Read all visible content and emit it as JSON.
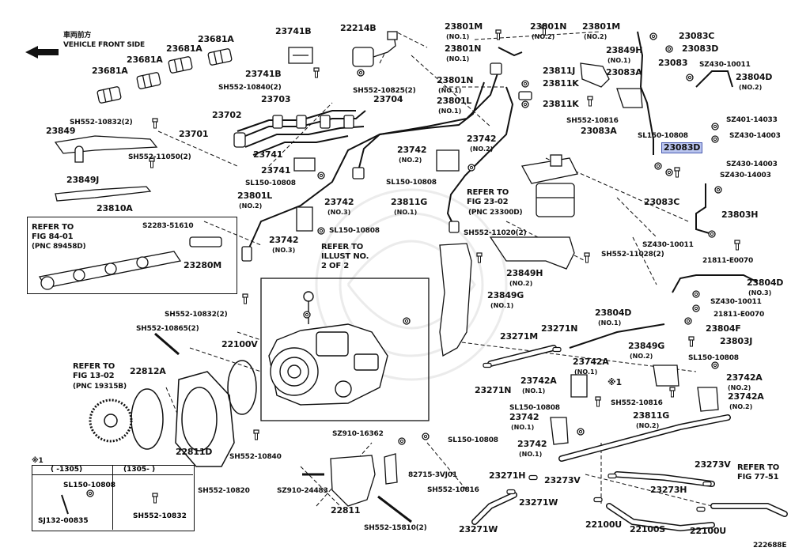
{
  "header": {
    "front_jp": "車両前方",
    "front_en": "VEHICLE FRONT SIDE"
  },
  "diagram_id": "222688E",
  "highlighted_part": "23083D",
  "callouts": [
    {
      "id": "c1",
      "text": "23681A"
    },
    {
      "id": "c2",
      "text": "23681A"
    },
    {
      "id": "c3",
      "text": "23681A"
    },
    {
      "id": "c4",
      "text": "23681A"
    },
    {
      "id": "c5",
      "text": "23741B"
    },
    {
      "id": "c6",
      "text": "23741B"
    },
    {
      "id": "c7",
      "text": "22214B"
    },
    {
      "id": "c8",
      "text": "SH552-10840(2)"
    },
    {
      "id": "c9",
      "text": "SH552-10825(2)"
    },
    {
      "id": "c10",
      "text": "23703"
    },
    {
      "id": "c11",
      "text": "23704"
    },
    {
      "id": "c12",
      "text": "23702"
    },
    {
      "id": "c13",
      "text": "23701"
    },
    {
      "id": "c14",
      "text": "SH552-10832(2)"
    },
    {
      "id": "c15",
      "text": "23849"
    },
    {
      "id": "c16",
      "text": "SH552-11050(2)"
    },
    {
      "id": "c17",
      "text": "23849J"
    },
    {
      "id": "c18",
      "text": "23741"
    },
    {
      "id": "c19",
      "text": "23741"
    },
    {
      "id": "c20",
      "text": "SL150-10808"
    },
    {
      "id": "c21",
      "text": "23801L"
    },
    {
      "id": "c22",
      "text": "23810A"
    },
    {
      "id": "c23",
      "text": "S2283-51610"
    },
    {
      "id": "c24",
      "text": "23280M"
    },
    {
      "id": "c25",
      "text": "23742"
    },
    {
      "id": "c26",
      "text": "23742"
    },
    {
      "id": "c27",
      "text": "SL150-10808"
    },
    {
      "id": "c28",
      "text": "23801M"
    },
    {
      "id": "c29",
      "text": "23801N"
    },
    {
      "id": "c30",
      "text": "23801N"
    },
    {
      "id": "c31",
      "text": "23801M"
    },
    {
      "id": "c32",
      "text": "23801N"
    },
    {
      "id": "c33",
      "text": "23801L"
    },
    {
      "id": "c34",
      "text": "23811J"
    },
    {
      "id": "c35",
      "text": "23811K"
    },
    {
      "id": "c36",
      "text": "23811K"
    },
    {
      "id": "c37",
      "text": "23849H"
    },
    {
      "id": "c38",
      "text": "23083A"
    },
    {
      "id": "c39",
      "text": "SH552-10816"
    },
    {
      "id": "c40",
      "text": "23083A"
    },
    {
      "id": "c41",
      "text": "23083"
    },
    {
      "id": "c42",
      "text": "23083C"
    },
    {
      "id": "c43",
      "text": "23083D"
    },
    {
      "id": "c44",
      "text": "SZ430-10011"
    },
    {
      "id": "c45",
      "text": "23804D"
    },
    {
      "id": "c46",
      "text": "SZ401-14033"
    },
    {
      "id": "c47",
      "text": "SZ430-14003"
    },
    {
      "id": "c48",
      "text": "SL150-10808"
    },
    {
      "id": "c49",
      "text": "23083D"
    },
    {
      "id": "c50",
      "text": "SZ430-14003"
    },
    {
      "id": "c51",
      "text": "SZ430-14003"
    },
    {
      "id": "c52",
      "text": "23083C"
    },
    {
      "id": "c53",
      "text": "23803H"
    },
    {
      "id": "c54",
      "text": "SZ430-10011"
    },
    {
      "id": "c55",
      "text": "21811-E0070"
    },
    {
      "id": "c56",
      "text": "23742"
    },
    {
      "id": "c57",
      "text": "23742"
    },
    {
      "id": "c58",
      "text": "SL150-10808"
    },
    {
      "id": "c59",
      "text": "23811G"
    },
    {
      "id": "c60",
      "text": "SH552-11020(2)"
    },
    {
      "id": "c61",
      "text": "SH552-11028(2)"
    },
    {
      "id": "c62",
      "text": "23849H"
    },
    {
      "id": "c63",
      "text": "23849G"
    },
    {
      "id": "c64",
      "text": "23804D"
    },
    {
      "id": "c65",
      "text": "SZ430-10011"
    },
    {
      "id": "c66",
      "text": "21811-E0070"
    },
    {
      "id": "c67",
      "text": "SH552-10832(2)"
    },
    {
      "id": "c68",
      "text": "SH552-10865(2)"
    },
    {
      "id": "c69",
      "text": "22100V"
    },
    {
      "id": "c70",
      "text": "22812A"
    },
    {
      "id": "c71",
      "text": "23271M"
    },
    {
      "id": "c72",
      "text": "23271N"
    },
    {
      "id": "c73",
      "text": "23804D"
    },
    {
      "id": "c74",
      "text": "23804F"
    },
    {
      "id": "c75",
      "text": "23803J"
    },
    {
      "id": "c76",
      "text": "23849G"
    },
    {
      "id": "c77",
      "text": "SL150-10808"
    },
    {
      "id": "c78",
      "text": "23742A"
    },
    {
      "id": "c79",
      "text": "23742A"
    },
    {
      "id": "c80",
      "text": "23742A"
    },
    {
      "id": "c81",
      "text": "23742A"
    },
    {
      "id": "c82",
      "text": "23271N"
    },
    {
      "id": "c83",
      "text": "SH552-10816"
    },
    {
      "id": "c84",
      "text": "SL150-10808"
    },
    {
      "id": "c85",
      "text": "23742"
    },
    {
      "id": "c86",
      "text": "23811G"
    },
    {
      "id": "c87",
      "text": "23742"
    },
    {
      "id": "c88",
      "text": "SZ910-16362"
    },
    {
      "id": "c89",
      "text": "SL150-10808"
    },
    {
      "id": "c90",
      "text": "22811D"
    },
    {
      "id": "c91",
      "text": "SH552-10840"
    },
    {
      "id": "c92",
      "text": "82715-3VJ01"
    },
    {
      "id": "c93",
      "text": "SH552-10816"
    },
    {
      "id": "c94",
      "text": "SZ910-24483"
    },
    {
      "id": "c95",
      "text": "SH552-10820"
    },
    {
      "id": "c96",
      "text": "22811"
    },
    {
      "id": "c97",
      "text": "SH552-15810(2)"
    },
    {
      "id": "c98",
      "text": "23271H"
    },
    {
      "id": "c99",
      "text": "23271W"
    },
    {
      "id": "c100",
      "text": "23271W"
    },
    {
      "id": "c101",
      "text": "23273V"
    },
    {
      "id": "c102",
      "text": "23273V"
    },
    {
      "id": "c103",
      "text": "23273H"
    },
    {
      "id": "c104",
      "text": "22100U"
    },
    {
      "id": "c105",
      "text": "22100S"
    },
    {
      "id": "c106",
      "text": "22100U"
    },
    {
      "id": "c107",
      "text": "※1"
    }
  ],
  "sublabels": [
    {
      "id": "s28",
      "text": "(NO.1)"
    },
    {
      "id": "s29",
      "text": "(NO.1)"
    },
    {
      "id": "s30",
      "text": "(NO.2)"
    },
    {
      "id": "s31",
      "text": "(NO.2)"
    },
    {
      "id": "s32",
      "text": "(NO.1)"
    },
    {
      "id": "s33",
      "text": "(NO.1)"
    },
    {
      "id": "s37",
      "text": "(NO.1)"
    },
    {
      "id": "s45",
      "text": "(NO.2)"
    },
    {
      "id": "s21",
      "text": "(NO.2)"
    },
    {
      "id": "s25",
      "text": "(NO.3)"
    },
    {
      "id": "s26",
      "text": "(NO.3)"
    },
    {
      "id": "s56",
      "text": "(NO.2)"
    },
    {
      "id": "s57",
      "text": "(NO.2)"
    },
    {
      "id": "s59",
      "text": "(NO.1)"
    },
    {
      "id": "s62",
      "text": "(NO.2)"
    },
    {
      "id": "s63",
      "text": "(NO.1)"
    },
    {
      "id": "s64",
      "text": "(NO.3)"
    },
    {
      "id": "s73",
      "text": "(NO.1)"
    },
    {
      "id": "s76",
      "text": "(NO.2)"
    },
    {
      "id": "s78",
      "text": "(NO.1)"
    },
    {
      "id": "s79",
      "text": "(NO.1)"
    },
    {
      "id": "s80",
      "text": "(NO.2)"
    },
    {
      "id": "s81",
      "text": "(NO.2)"
    },
    {
      "id": "s85",
      "text": "(NO.1)"
    },
    {
      "id": "s86",
      "text": "(NO.2)"
    },
    {
      "id": "s87",
      "text": "(NO.1)"
    }
  ],
  "references": [
    {
      "id": "r1",
      "line1": "REFER TO",
      "line2": "FIG 84-01",
      "line3": "(PNC 89458D)"
    },
    {
      "id": "r2",
      "line1": "REFER TO",
      "line2": "FIG 23-02",
      "line3": "(PNC 23300D)"
    },
    {
      "id": "r3",
      "line1": "REFER TO",
      "line2": "ILLUST NO.",
      "line3": "2 OF 2"
    },
    {
      "id": "r4",
      "line1": "REFER TO",
      "line2": "FIG 13-02",
      "line3": "(PNC 19315B)"
    },
    {
      "id": "r5",
      "line1": "REFER TO",
      "line2": "FIG 77-51",
      "line3": ""
    }
  ],
  "footnote_table": {
    "mark": "※1",
    "col1_header": "(    -1305)",
    "col2_header": "(1305-      )",
    "col1_parts": [
      "SL150-10808",
      "SJ132-00835"
    ],
    "col2_parts": [
      "SH552-10832"
    ]
  }
}
